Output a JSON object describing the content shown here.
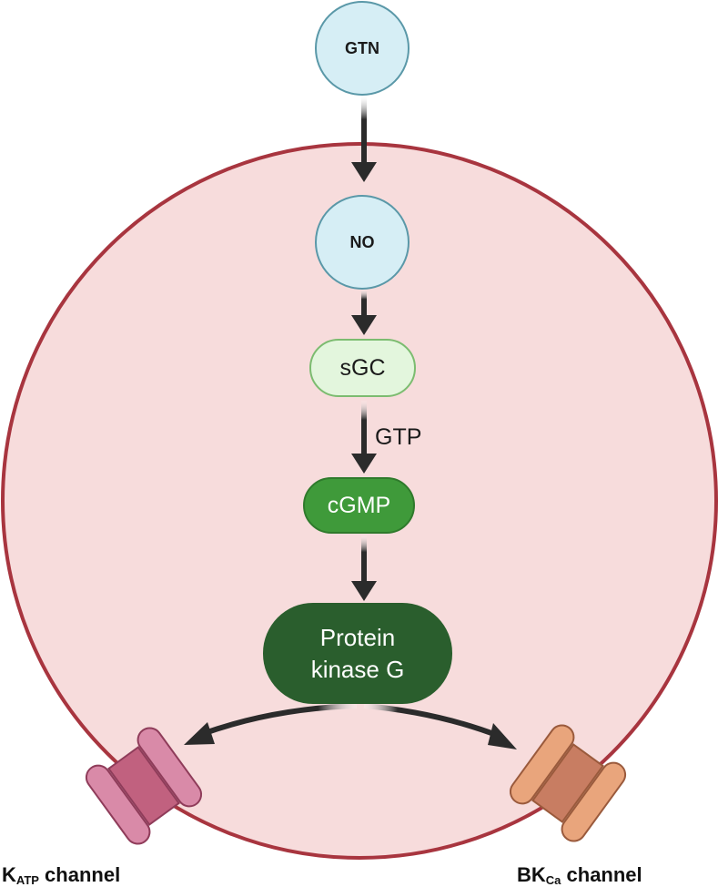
{
  "diagram": {
    "nodes": {
      "gtn": {
        "label": "GTN"
      },
      "no": {
        "label": "NO"
      },
      "sgc": {
        "label": "sGC"
      },
      "cgmp": {
        "label": "cGMP"
      },
      "pkg": {
        "line1": "Protein",
        "line2": "kinase G"
      }
    },
    "edge_labels": {
      "gtp": "GTP"
    },
    "channels": {
      "katp": {
        "main": "K",
        "sub": "ATP",
        "suffix": " channel"
      },
      "bkca": {
        "main": "BK",
        "sub": "Ca",
        "suffix": " channel"
      }
    },
    "colors": {
      "cell_fill": "#f7dcdc",
      "cell_stroke": "#a8353f",
      "molecule_fill": "#d6eef5",
      "molecule_stroke": "#5a98a8",
      "sgc_fill": "#e3f6dd",
      "sgc_stroke": "#7cbc70",
      "cgmp_fill": "#3f9a3a",
      "pkg_fill": "#2a5e2d",
      "arrow": "#2b2b2b",
      "katp_fill": "#c1617f",
      "bkca_fill": "#d5896a"
    }
  }
}
